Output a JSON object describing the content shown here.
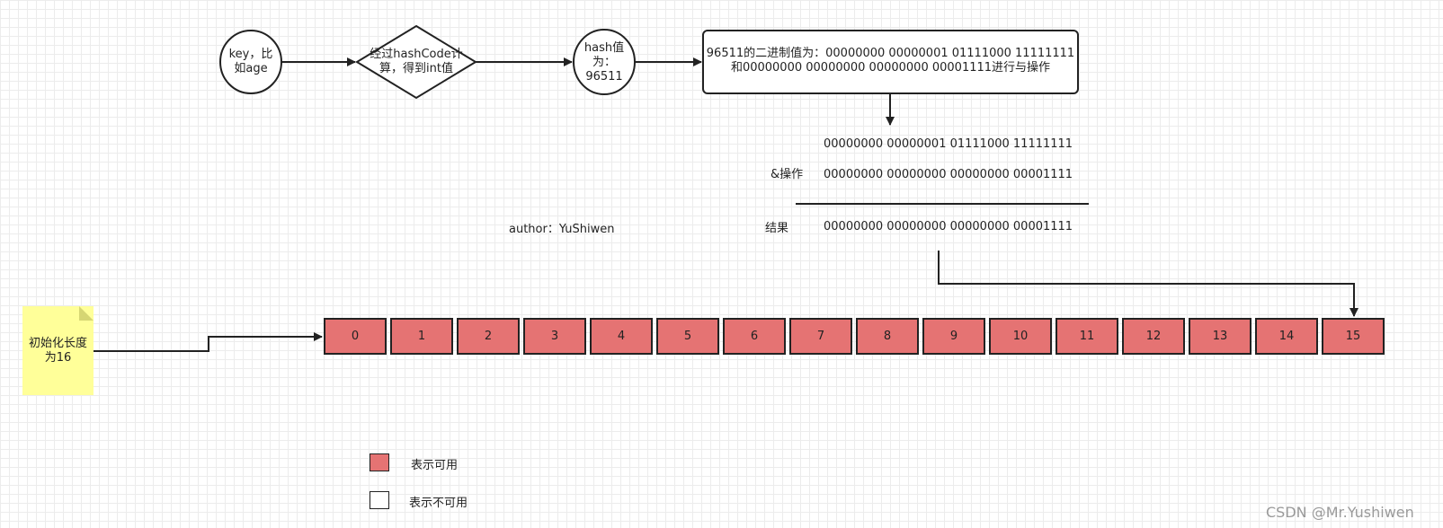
{
  "flow": {
    "key_node": "key，比如age",
    "hash_calc_node": "经过hashCode计算，得到int值",
    "hash_value_node": "hash值为：96511",
    "binary_box_line1": "96511的二进制值为：00000000 00000001 01111000 11111111",
    "binary_box_line2": "和00000000 00000000 00000000 00001111进行与操作"
  },
  "and_operation": {
    "operand1": "00000000 00000001 01111000 11111111",
    "operator_label": "&操作",
    "operand2": "00000000 00000000 00000000 00001111",
    "result_label": "结果",
    "result": "00000000 00000000 00000000 00001111"
  },
  "author": "author：YuShiwen",
  "note": "初始化长度为16",
  "array_cells": [
    "0",
    "1",
    "2",
    "3",
    "4",
    "5",
    "6",
    "7",
    "8",
    "9",
    "10",
    "11",
    "12",
    "13",
    "14",
    "15"
  ],
  "legend": {
    "available": "表示可用",
    "unavailable": "表示不可用"
  },
  "watermark": "CSDN @Mr.Yushiwen",
  "colors": {
    "cell_fill": "#e57373",
    "note_fill": "#ffff99",
    "stroke": "#222222"
  }
}
